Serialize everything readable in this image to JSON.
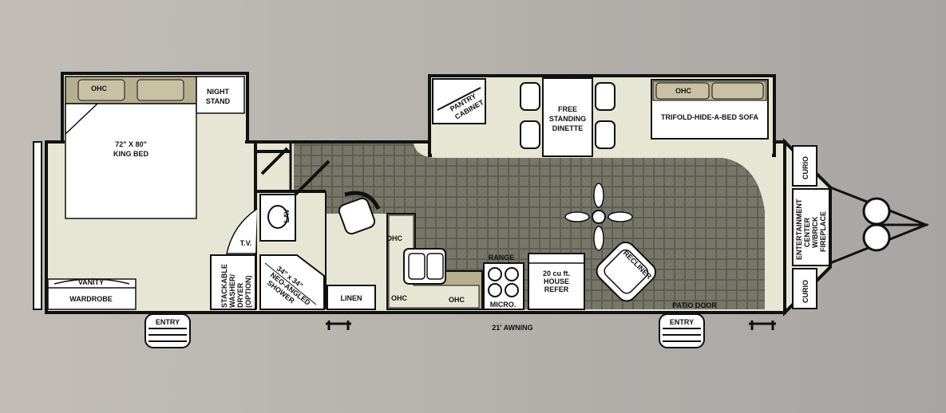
{
  "labels": {
    "ohc": "OHC",
    "night_stand_1": "NIGHT",
    "night_stand_2": "STAND",
    "bed_size": "72\" X 80\"",
    "bed_name": "KING BED",
    "vanity": "VANITY",
    "wardrobe": "WARDROBE",
    "tv": "T.V.",
    "washer_1": "STACKABLE",
    "washer_2": "WASHER/",
    "washer_3": "DRYER",
    "washer_4": "(OPTION)",
    "shower_1": "34\" x 34\"",
    "shower_2": "NEO-ANGLED",
    "shower_3": "SHOWER",
    "lav": "LAV",
    "linen": "LINEN",
    "entry": "ENTRY",
    "pantry_1": "PANTRY",
    "pantry_2": "CABINET",
    "dinette_1": "FREE",
    "dinette_2": "STANDING",
    "dinette_3": "DINETTE",
    "sofa": "TRIFOLD-HIDE-A-BED SOFA",
    "curio": "CURIO",
    "ent_1": "ENTERTAINMENT",
    "ent_2": "CENTER",
    "ent_3": "W/BRICK",
    "ent_4": "FIREPLACE",
    "range": "RANGE",
    "micro": "MICRO.",
    "refer_1": "20 cu ft.",
    "refer_2": "HOUSE",
    "refer_3": "REFER",
    "recliner": "RECLINER",
    "patio_door": "PATIO DOOR",
    "awning": "21' AWNING"
  },
  "colors": {
    "floor_light": "#e7e6d5",
    "tile": "#6b6b5a",
    "counter": "#b7ae8f",
    "wall": "#111111"
  }
}
